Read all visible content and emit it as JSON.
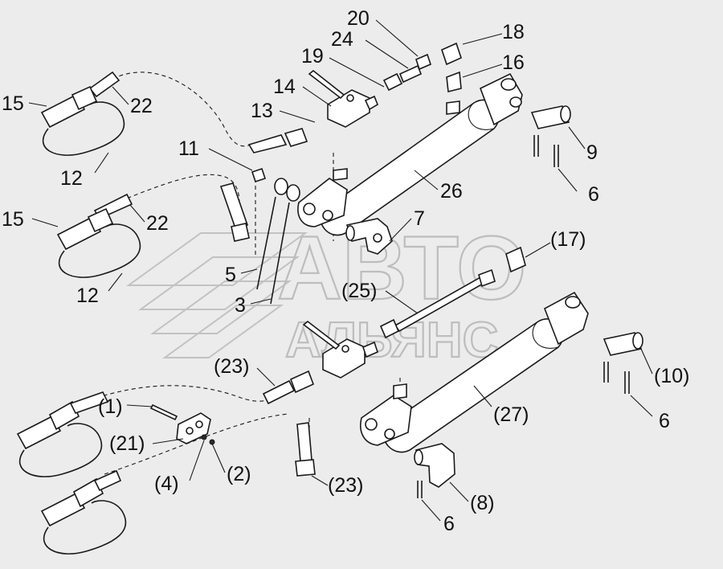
{
  "watermark": {
    "line1": "АВТО",
    "line2": "АЛЬЯНС"
  },
  "callouts": [
    {
      "id": "c20",
      "text": "20"
    },
    {
      "id": "c24",
      "text": "24"
    },
    {
      "id": "c18",
      "text": "18"
    },
    {
      "id": "c19",
      "text": "19"
    },
    {
      "id": "c16",
      "text": "16"
    },
    {
      "id": "c14",
      "text": "14"
    },
    {
      "id": "c15a",
      "text": "15"
    },
    {
      "id": "c22a",
      "text": "22"
    },
    {
      "id": "c13",
      "text": "13"
    },
    {
      "id": "c9",
      "text": "9"
    },
    {
      "id": "c11",
      "text": "11"
    },
    {
      "id": "c12a",
      "text": "12"
    },
    {
      "id": "c26",
      "text": "26"
    },
    {
      "id": "c6a",
      "text": "6"
    },
    {
      "id": "c15b",
      "text": "15"
    },
    {
      "id": "c22b",
      "text": "22"
    },
    {
      "id": "c7",
      "text": "7"
    },
    {
      "id": "c17",
      "text": "(17)"
    },
    {
      "id": "c5",
      "text": "5"
    },
    {
      "id": "c12b",
      "text": "12"
    },
    {
      "id": "c25",
      "text": "(25)"
    },
    {
      "id": "c3",
      "text": "3"
    },
    {
      "id": "c23a",
      "text": "(23)"
    },
    {
      "id": "c10",
      "text": "(10)"
    },
    {
      "id": "c1",
      "text": "(1)"
    },
    {
      "id": "c27",
      "text": "(27)"
    },
    {
      "id": "c6b",
      "text": "6"
    },
    {
      "id": "c21",
      "text": "(21)"
    },
    {
      "id": "c4",
      "text": "(4)"
    },
    {
      "id": "c2",
      "text": "(2)"
    },
    {
      "id": "c23b",
      "text": "(23)"
    },
    {
      "id": "c8",
      "text": "(8)"
    },
    {
      "id": "c6c",
      "text": "6"
    }
  ]
}
